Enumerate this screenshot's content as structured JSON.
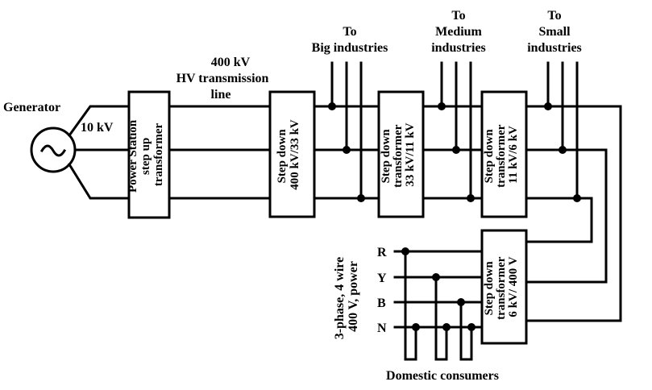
{
  "labels": {
    "generator": "Generator",
    "gen_voltage": "10 kV",
    "transmission_l1": "400 kV",
    "transmission_l2": "HV transmission",
    "transmission_l3": "line",
    "big_l1": "To",
    "big_l2": "Big industries",
    "medium_l1": "To",
    "medium_l2": "Medium",
    "medium_l3": "industries",
    "small_l1": "To",
    "small_l2": "Small",
    "small_l3": "industries",
    "phase_r": "R",
    "phase_y": "Y",
    "phase_b": "B",
    "phase_n": "N",
    "supply_l1": "3-phase, 4 wire",
    "supply_l2": "400 V, power",
    "domestic": "Domestic consumers"
  },
  "transformers": {
    "power_station": [
      "Power Station",
      "step up",
      "transformer"
    ],
    "sd_400_33": [
      "Step down",
      "400 kV/33 kV"
    ],
    "sd_33_11": [
      "Step down",
      "transformer",
      "33 kV/11 kV"
    ],
    "sd_11_6": [
      "Step down",
      "transformer",
      "11 kV/6 kV"
    ],
    "sd_6_400": [
      "Step down",
      "transformer",
      "6 kV/ 400 V"
    ]
  }
}
